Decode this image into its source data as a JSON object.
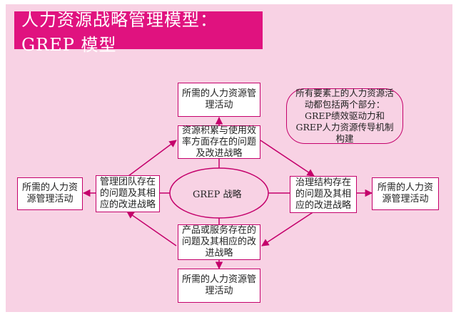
{
  "title": "人力资源战略管理模型：GREP 模型",
  "center": "GREP 战略",
  "top": {
    "activity": "所需的人力资源管理活动",
    "issue": "资源积累与使用效率方面存在的问题及改进战略"
  },
  "left": {
    "activity": "所需的人力资源管理活动",
    "issue": "管理团队存在的问题及其相应的改进战略"
  },
  "right": {
    "activity": "所需的人力资源管理活动",
    "issue": "治理结构存在的问题及其相应的改进战略"
  },
  "bottom": {
    "activity": "所需的人力资源管理活动",
    "issue": "产品或服务存在的问题及其相应的改进战略"
  },
  "note": "所有要素上的人力资源活动都包括两个部分：GREP绩效驱动力和GREP人力资源传导机制构建",
  "colors": {
    "background": "#f8d2e4",
    "accent": "#e0127f",
    "border": "#c4006b"
  }
}
